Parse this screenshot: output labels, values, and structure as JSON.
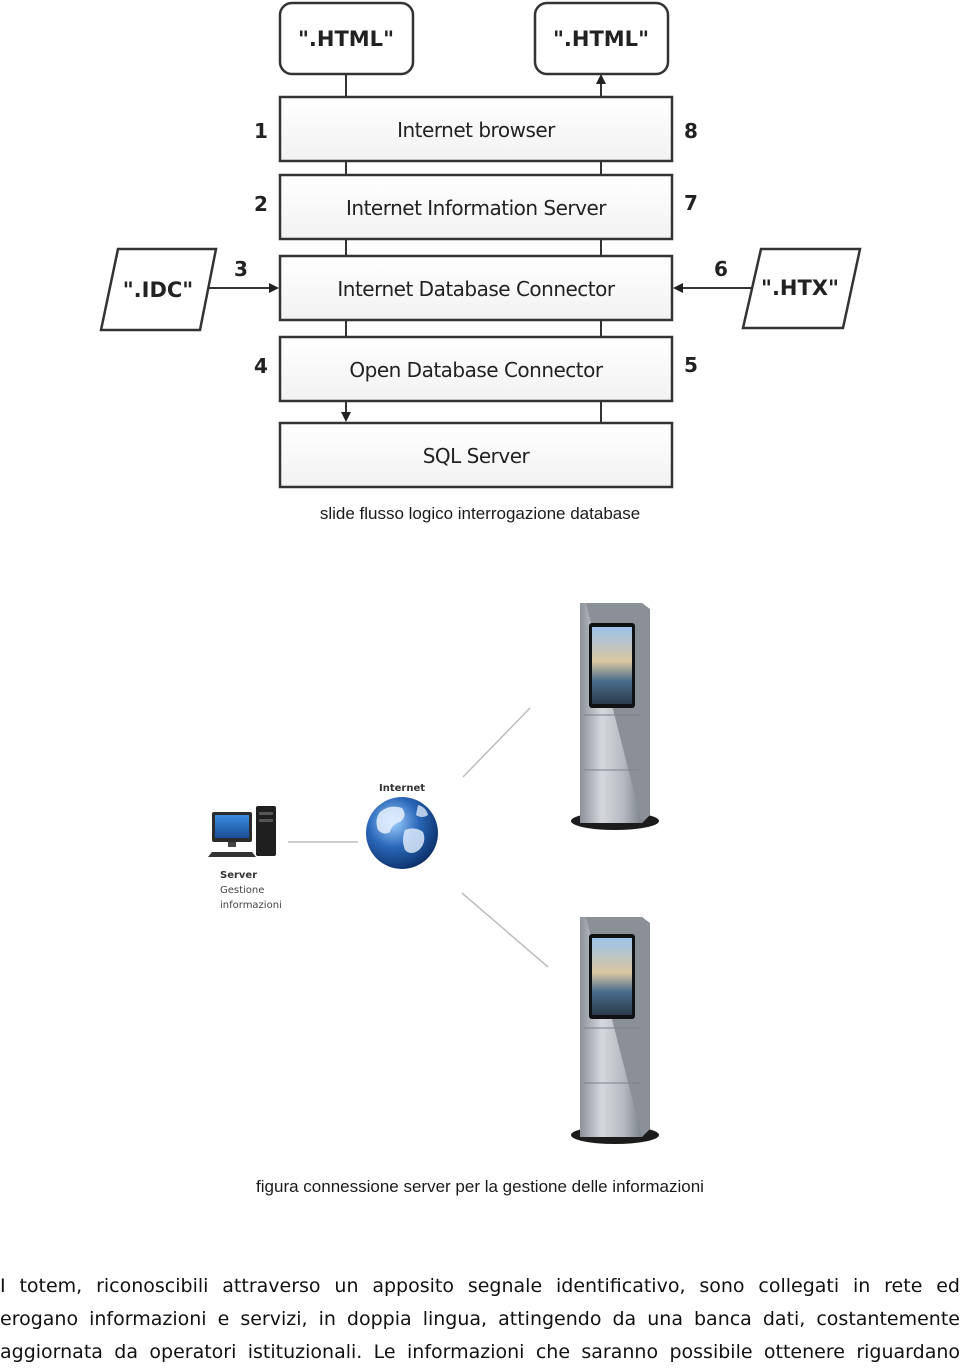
{
  "flow_diagram": {
    "top_left_box": "\".HTML\"",
    "top_right_box": "\".HTML\"",
    "layers": [
      "Internet browser",
      "Internet Information Server",
      "Internet Database Connector",
      "Open Database Connector",
      "SQL Server"
    ],
    "step_numbers_left": [
      "1",
      "2",
      "3",
      "4"
    ],
    "step_numbers_right": [
      "8",
      "7",
      "6",
      "5"
    ],
    "left_input": "\".IDC\"",
    "right_input": "\".HTX\""
  },
  "caption_1": "slide flusso logico interrogazione database",
  "network_figure": {
    "internet_label": "Internet",
    "server_label": "Server",
    "server_sub_1": "Gestione",
    "server_sub_2": "informazioni"
  },
  "caption_2": "figura connessione server per la gestione delle informazioni",
  "paragraph_lines": [
    "I totem, riconoscibili attraverso un apposito segnale identificativo, sono collegati in rete ed",
    "erogano informazioni e servizi, in doppia lingua, attingendo da una banca dati, costantemente",
    "aggiornata da operatori istituzionali. Le informazioni che saranno possibile ottenere riguardano"
  ],
  "colors": {
    "box_stroke": "#333333",
    "box_fill": "#ffffff",
    "globe": "#2a67b8",
    "kiosk_body": "#b9bec4",
    "kiosk_base": "#1c1c1c"
  }
}
